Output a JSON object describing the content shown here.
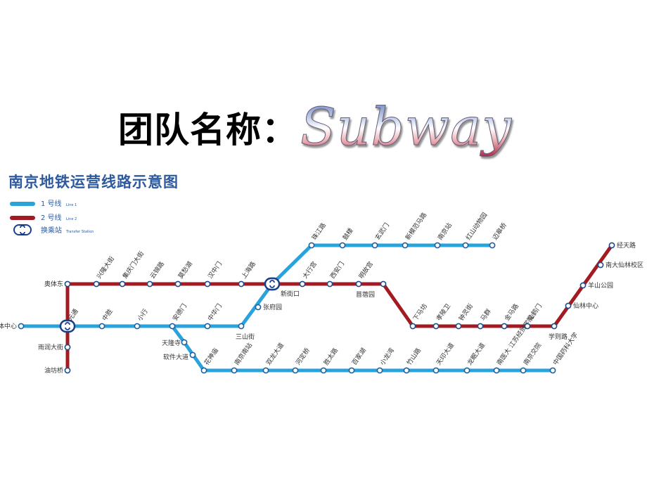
{
  "slide": {
    "team_label": "团队名称：",
    "team_name": "Subway"
  },
  "map": {
    "title": "南京地铁运营线路示意图",
    "colors": {
      "line1": "#29a3dc",
      "line2": "#a31b22",
      "transfer": "#1b3f8b"
    },
    "legend": [
      {
        "cn": "1 号线",
        "en": "Line 1"
      },
      {
        "cn": "2 号线",
        "en": "Line 2"
      },
      {
        "cn": "换乘站",
        "en": "Transfer Station"
      }
    ],
    "line1_stations": [
      "迈皋桥",
      "红山动物园",
      "南京站",
      "新模范马路",
      "玄武门",
      "鼓楼",
      "珠江路",
      "新街口",
      "张府园",
      "三山街",
      "中华门",
      "安德门",
      "小行",
      "中胜",
      "元通",
      "奥体中心",
      "天隆寺",
      "软件大道",
      "花神庙",
      "南京南站",
      "双龙大道",
      "河定桥",
      "胜太路",
      "百家湖",
      "小龙湾",
      "竹山路",
      "天印大道",
      "龙眠大道",
      "南医大 江苏经贸学院",
      "南京交院",
      "中国药科大学"
    ],
    "line2_stations": [
      "油坊桥",
      "雨润大街",
      "元通",
      "奥体东",
      "兴隆大街",
      "集庆门大街",
      "云锦路",
      "莫愁湖",
      "汉中门",
      "上海路",
      "新街口",
      "大行宫",
      "西安门",
      "明故宫",
      "苜蓿园",
      "下马坊",
      "孝陵卫",
      "钟灵街",
      "马群",
      "金马路",
      "仙鹤门",
      "学则路",
      "仙林中心",
      "羊山公园",
      "南大仙林校区",
      "经天路"
    ]
  }
}
